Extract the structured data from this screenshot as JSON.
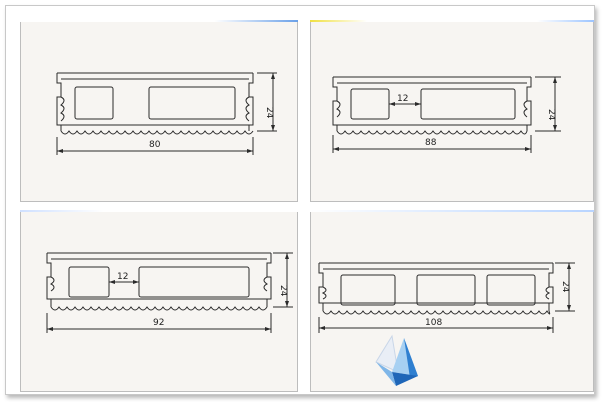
{
  "drawings": [
    {
      "id": "profile-80",
      "width_label": "80",
      "height_label": "24",
      "gap_label": ""
    },
    {
      "id": "profile-88",
      "width_label": "88",
      "height_label": "24",
      "gap_label": "12"
    },
    {
      "id": "profile-92",
      "width_label": "92",
      "height_label": "24",
      "gap_label": "12"
    },
    {
      "id": "profile-108",
      "width_label": "108",
      "height_label": "24",
      "gap_label": ""
    }
  ],
  "colors": {
    "line": "#2b2b2b",
    "panel": "#f7f5f2",
    "logo_blue": "#2f7fd0",
    "logo_light": "#a7d0f2"
  },
  "icons": {
    "watermark": "blue-prism-logo"
  }
}
